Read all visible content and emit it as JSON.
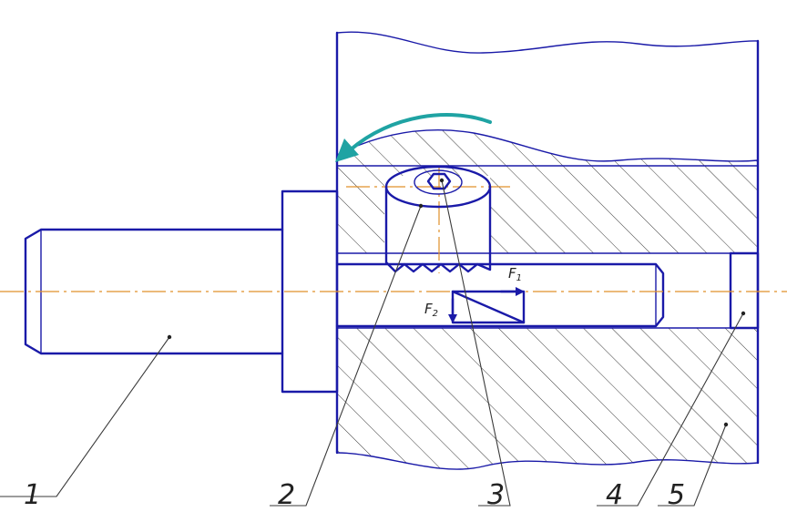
{
  "labels": [
    {
      "id": "1",
      "text": "1"
    },
    {
      "id": "2",
      "text": "2"
    },
    {
      "id": "3",
      "text": "3"
    },
    {
      "id": "4",
      "text": "4"
    },
    {
      "id": "5",
      "text": "5"
    }
  ],
  "forces": {
    "f1": {
      "letter": "F",
      "sub": "1"
    },
    "f2": {
      "letter": "F",
      "sub": "2"
    }
  },
  "colors": {
    "outline": "#1a1aa8",
    "centerline": "#e0902a",
    "rotation_arrow": "#1fa3a3",
    "hatch": "#3a3a3a"
  },
  "icons": {
    "rotation": "curved-arrow-icon",
    "hex_socket": "hex-socket-icon"
  }
}
